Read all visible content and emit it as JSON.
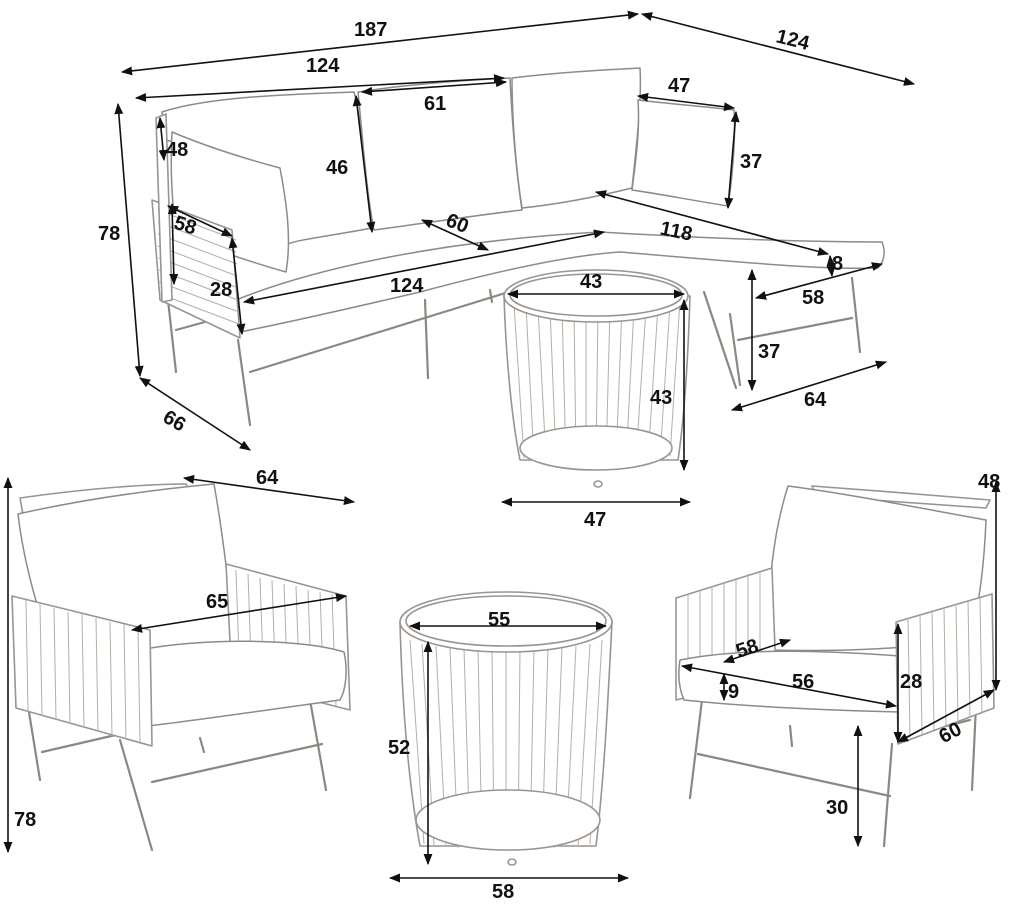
{
  "sofa": {
    "total_width": "187",
    "corner_depth": "124",
    "back_width": "124",
    "cushion_width": "61",
    "side_pillow_width": "47",
    "side_pillow_height": "37",
    "back_pillow_height": "48",
    "backrest_height": "46",
    "total_height": "78",
    "arm_depth": "58",
    "seat_depth": "60",
    "chaise_length": "118",
    "chaise_thickness": "8",
    "arm_height": "28",
    "seat_length": "124",
    "chaise_width": "58",
    "chaise_height": "37",
    "chaise_footprint": "64",
    "depth": "66"
  },
  "small_table": {
    "top_diameter": "43",
    "height": "43",
    "base_width": "47"
  },
  "armchair_left": {
    "depth": "64",
    "inner_width": "65",
    "height": "78"
  },
  "large_table": {
    "top_diameter": "55",
    "height": "52",
    "base_width": "58"
  },
  "armchair_right": {
    "back_height": "48",
    "seat_depth": "58",
    "seat_width": "56",
    "cushion_thickness": "9",
    "arm_height": "28",
    "depth": "60",
    "seat_height": "30"
  }
}
